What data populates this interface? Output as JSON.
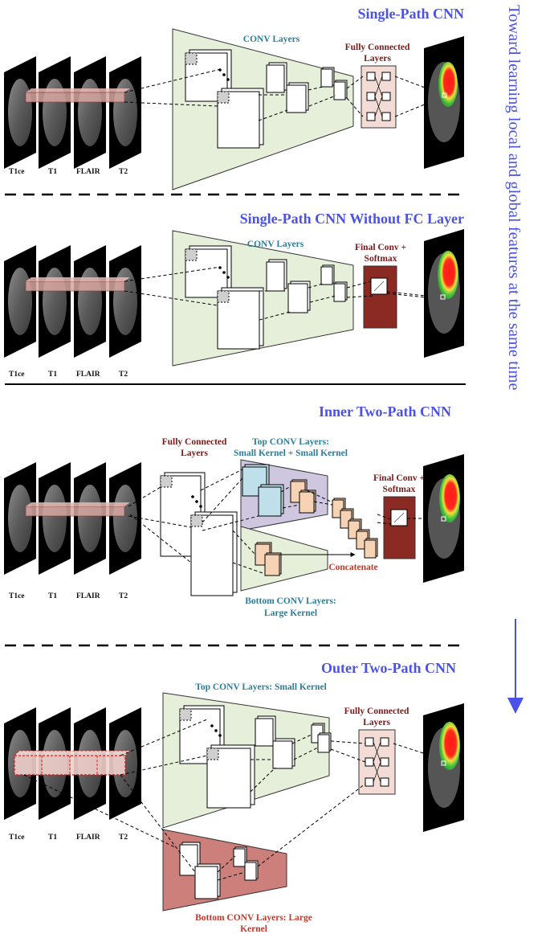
{
  "colors": {
    "title_blue": "#4b52e6",
    "label_dark_red": "#7a1b1b",
    "label_teal": "#2c7d99",
    "label_red": "#c0392b",
    "conv_panel_green": "#e6efd9",
    "bottom_panel_red": "#cc7f7b",
    "top_panel_purple": "#cfc6e0",
    "final_conv_red": "#8b2a22",
    "fc_box_pink": "#f4dcd6",
    "cube_blue": "#bfe0ea",
    "cube_peach": "#f7d3b5",
    "side_arrow_blue": "#4b52e6"
  },
  "side_caption": "Toward learning  local and global features at the same time",
  "modalities": [
    "T1ce",
    "T1",
    "FLAIR",
    "T2"
  ],
  "panels": {
    "single_path": {
      "title": "Single-Path CNN",
      "conv_label": "CONV Layers",
      "fc_label_1": "Fully Connected",
      "fc_label_2": "Layers"
    },
    "no_fc": {
      "title": "Single-Path CNN Without FC Layer",
      "conv_label": "CONV Layers",
      "final_label_1": "Final Conv +",
      "final_label_2": "Softmax"
    },
    "inner_two_path": {
      "title": "Inner Two-Path CNN",
      "fc_label_1": "Fully Connected",
      "fc_label_2": "Layers",
      "top_label_1": "Top CONV Layers:",
      "top_label_2": "Small Kernel + Small Kernel",
      "final_label_1": "Final Conv +",
      "final_label_2": "Softmax",
      "concat_label": "Concatenate",
      "bottom_label_1": "Bottom CONV Layers:",
      "bottom_label_2": "Large Kernel"
    },
    "outer_two_path": {
      "title": "Outer Two-Path CNN",
      "top_label": "Top CONV Layers: Small Kernel",
      "fc_label_1": "Fully Connected",
      "fc_label_2": "Layers",
      "bottom_label_1": "Bottom CONV Layers: Large",
      "bottom_label_2": "Kernel"
    }
  }
}
